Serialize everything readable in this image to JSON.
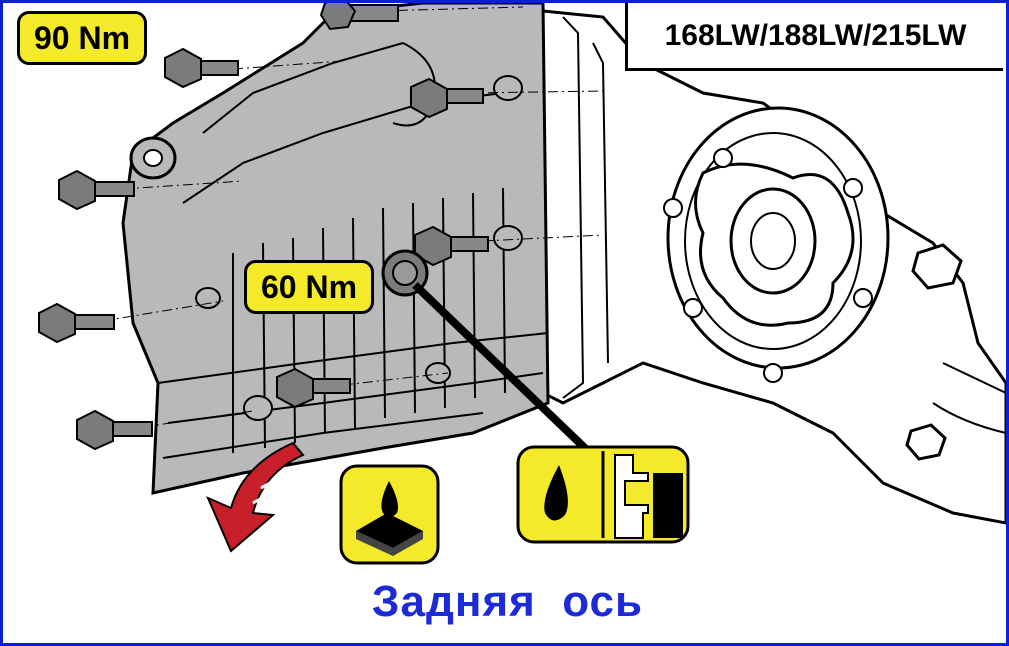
{
  "diagram": {
    "torque_upper": "90 Nm",
    "torque_lower": "60 Nm",
    "model_codes": "168LW/188LW/215LW",
    "caption": "Задняя  ось"
  },
  "icons": {
    "oil_pan": "oil-pan-icon",
    "oil_fill": "oil-fill-level-icon",
    "removal_arrow": "removal-direction-arrow-icon"
  },
  "colors": {
    "label_yellow": "#f4ea2a",
    "caption_blue": "#1d2bd6",
    "frame_blue": "#0b1fd4",
    "arrow_red": "#c8202a",
    "cover_gray": "#b9b9b9"
  }
}
